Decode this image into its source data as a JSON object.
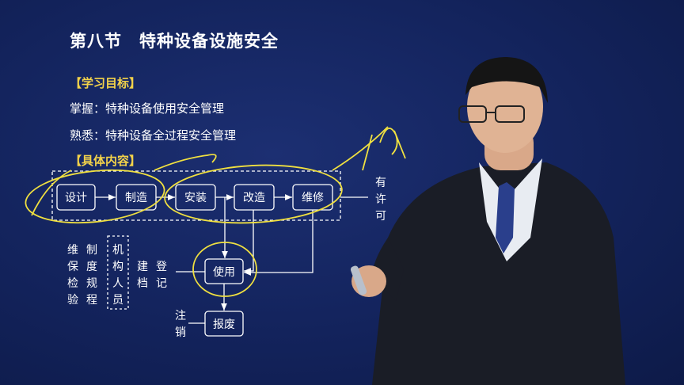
{
  "slide": {
    "title": "第八节　特种设备设施安全",
    "objectives_heading": "【学习目标】",
    "objectives": [
      "掌握：特种设备使用安全管理",
      "熟悉：特种设备全过程安全管理"
    ],
    "content_heading": "【具体内容】"
  },
  "diagram": {
    "stages": [
      "设计",
      "制造",
      "安装",
      "改造",
      "维修"
    ],
    "use": "使用",
    "scrap": "报废",
    "permit": [
      "有",
      "许",
      "可"
    ],
    "maintenance": [
      "维",
      "保",
      "检",
      "验"
    ],
    "rules": [
      "制",
      "度",
      "规",
      "程"
    ],
    "org": [
      "机",
      "构",
      "人",
      "员"
    ],
    "archive": [
      "建",
      "档"
    ],
    "register": [
      "登",
      "记"
    ],
    "cancel": [
      "注",
      "销"
    ]
  },
  "colors": {
    "background": "#13235c",
    "heading": "#f2d24a",
    "annotation": "#f0e040",
    "text": "#ffffff"
  }
}
